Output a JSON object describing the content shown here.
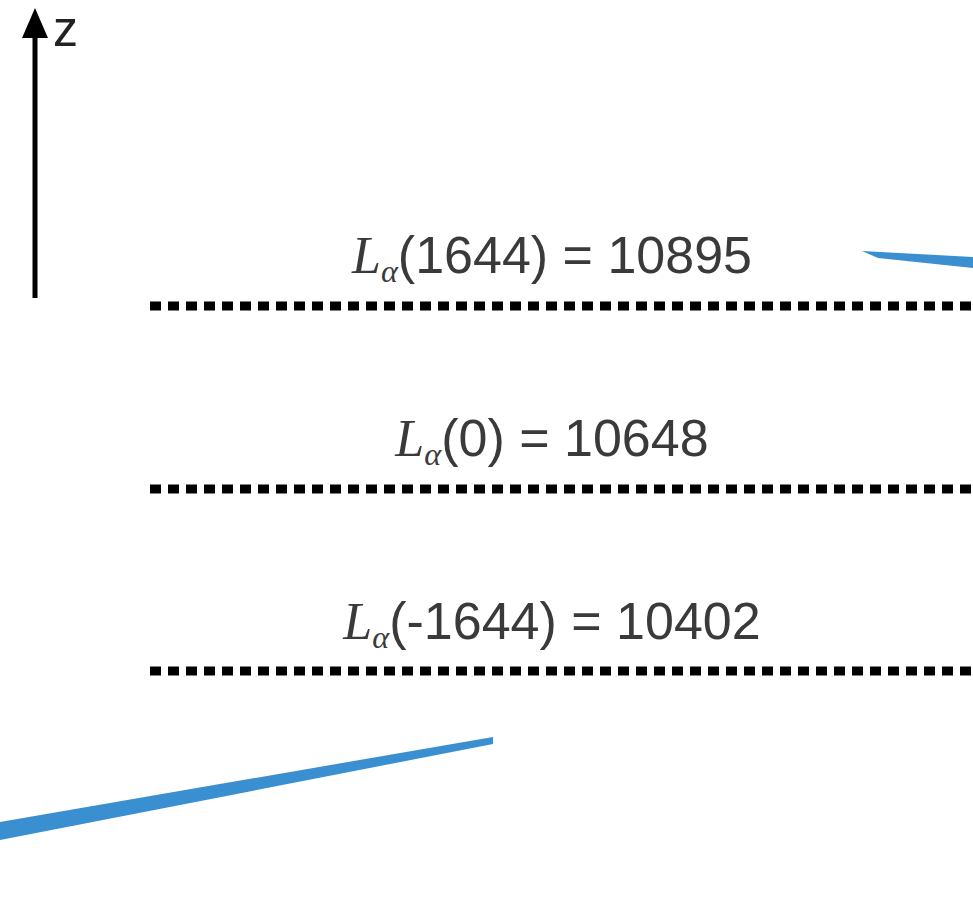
{
  "diagram": {
    "nodes": [
      {
        "text": [
          "Lα(1644) = 10895",
          "Lα(0) = 10648",
          "Lα(-1644) = 10402"
        ]
      }
    ],
    "labels": [
      "z"
    ]
  }
}
